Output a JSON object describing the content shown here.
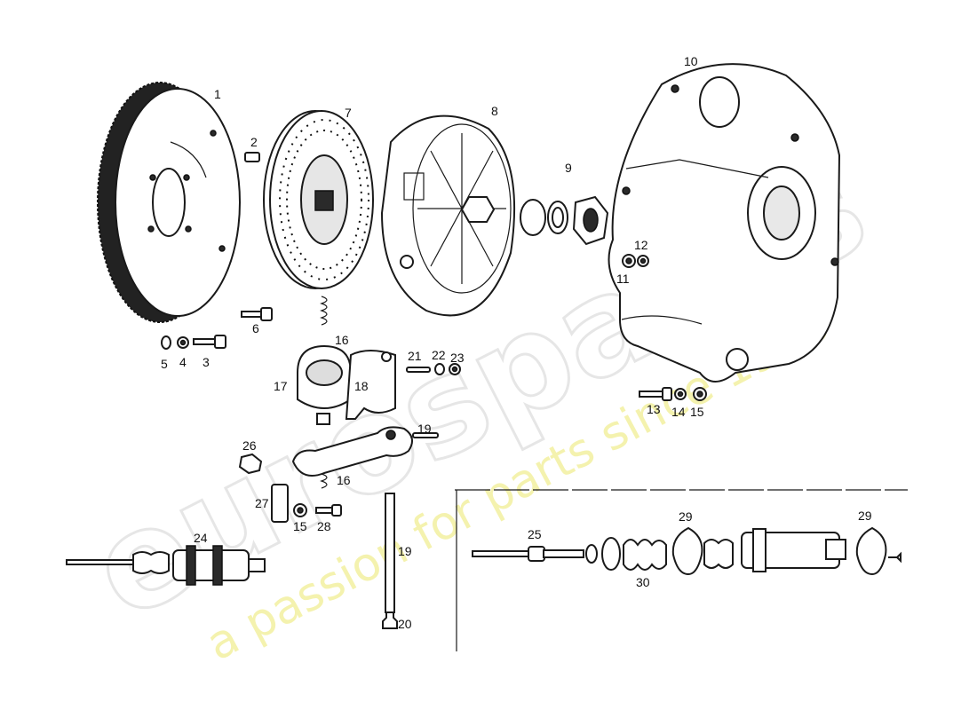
{
  "diagram": {
    "callouts": [
      "1",
      "2",
      "3",
      "4",
      "5",
      "6",
      "7",
      "8",
      "9",
      "10",
      "11",
      "12",
      "13",
      "14",
      "15",
      "16",
      "16",
      "17",
      "18",
      "19",
      "19",
      "20",
      "21",
      "22",
      "23",
      "24",
      "25",
      "26",
      "27",
      "15",
      "28",
      "29",
      "29",
      "30"
    ],
    "watermark": {
      "brand": "eurospares",
      "tagline": "a passion for parts since 1985"
    }
  }
}
